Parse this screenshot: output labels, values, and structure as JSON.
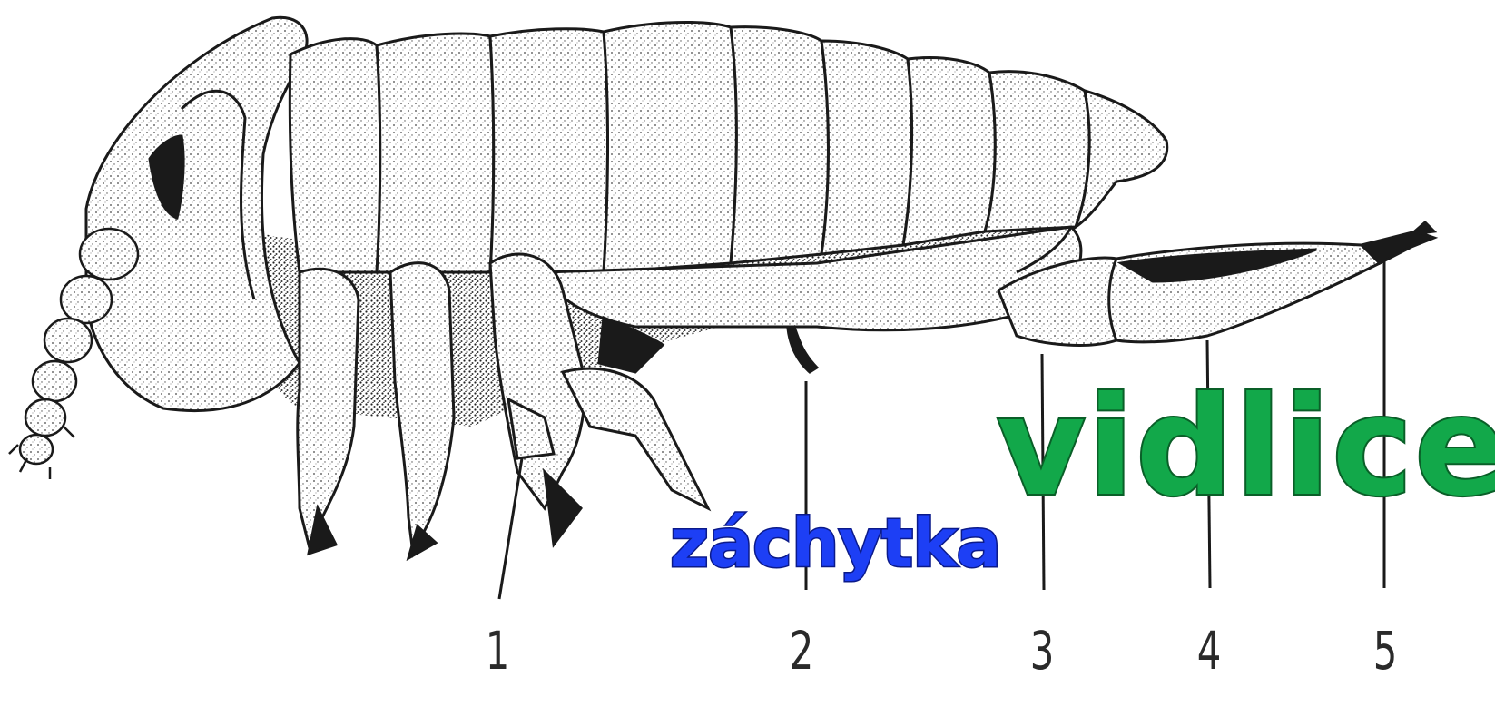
{
  "diagram": {
    "callouts": [
      {
        "number": "1"
      },
      {
        "number": "2"
      },
      {
        "number": "3"
      },
      {
        "number": "4"
      },
      {
        "number": "5"
      }
    ],
    "labels": {
      "zachytka": "záchytka",
      "vidlice": "vidlice"
    },
    "colors": {
      "zachytka_fill": "#1d3ff5",
      "vidlice_fill": "#12a84a",
      "ink": "#1a1a1a"
    }
  }
}
